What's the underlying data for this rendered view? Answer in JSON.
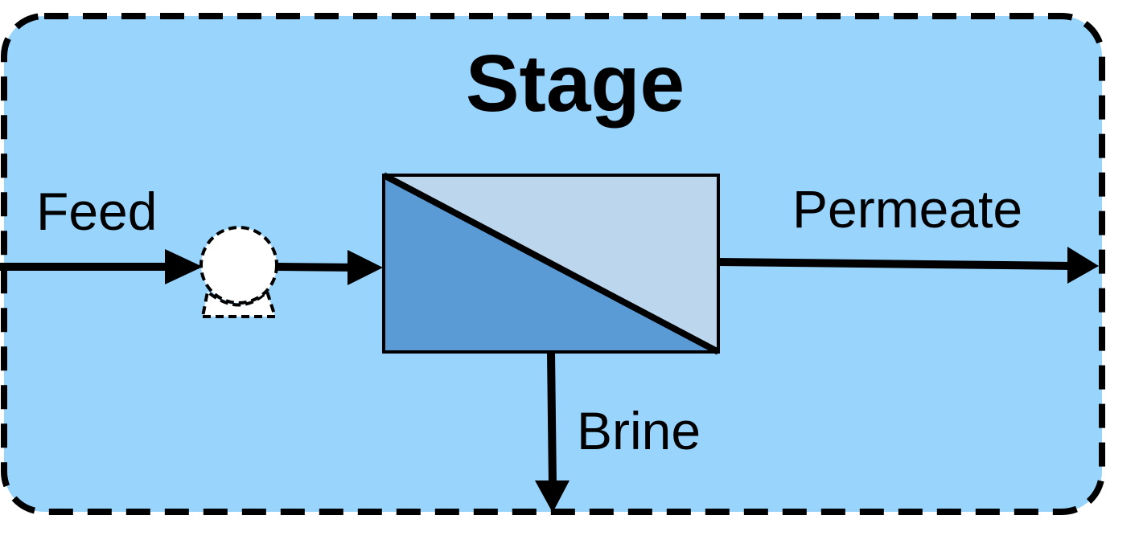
{
  "diagram": {
    "title": "Stage",
    "streams": {
      "feed": "Feed",
      "permeate": "Permeate",
      "brine": "Brine"
    },
    "components": {
      "pump": "pump-icon",
      "membrane": "membrane-module"
    },
    "colors": {
      "stage_fill": "#99d4fd",
      "membrane_upper": "#bcd6ed",
      "membrane_lower": "#5b9bd5",
      "pump_fill": "#ffffff",
      "line": "#000000"
    }
  }
}
